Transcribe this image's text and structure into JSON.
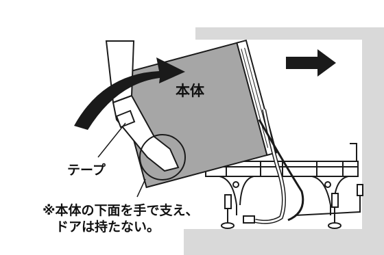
{
  "labels": {
    "main_unit": "本体",
    "tape": "テープ",
    "caption": "※本体の下面を手で支え、\n　ドアは持たない。"
  },
  "colors": {
    "wall_gray": "#d9d9d9",
    "unit_gray": "#a6a6a6",
    "outline": "#1a1a1a",
    "arrow": "#1a1a1a"
  }
}
